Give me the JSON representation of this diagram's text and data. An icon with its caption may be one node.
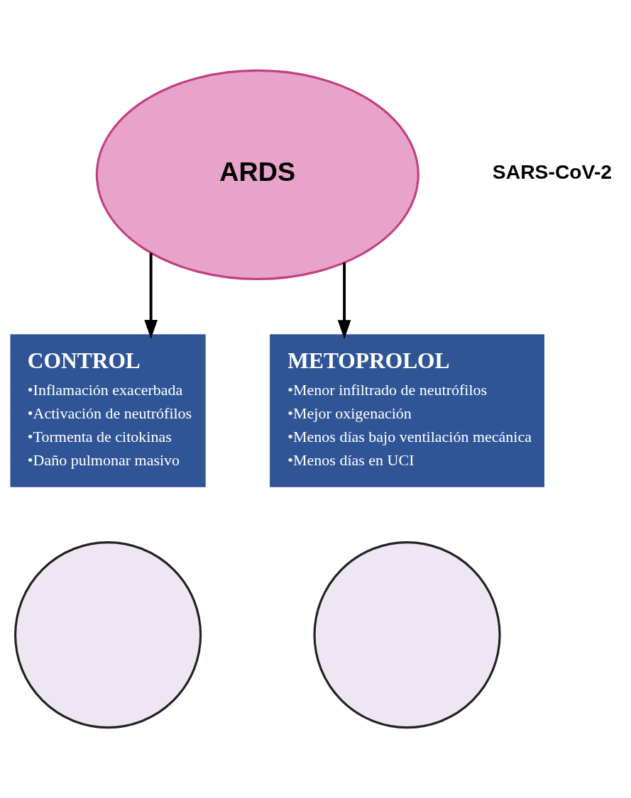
{
  "diagram": {
    "nodes": [
      {
        "text": [
          "ARDS"
        ]
      },
      {
        "text": [
          "CONTROL",
          "•Inflamación exacerbada",
          "•Activación de neutrófilos",
          "•Tormenta de citokinas",
          "•Daño pulmonar masivo"
        ]
      },
      {
        "text": [
          "METOPROLOL",
          "•Menor infiltrado de neutrófilos",
          "•Mejor oxigenación",
          "•Menos días bajo ventilación mecánica",
          "•Menos días en UCI"
        ]
      },
      {
        "text": [],
        "shape": "circle"
      },
      {
        "text": [],
        "shape": "circle"
      }
    ],
    "edges": [
      {
        "from": 0,
        "to": 1,
        "arrow": "to"
      },
      {
        "from": 0,
        "to": 2,
        "arrow": "to"
      }
    ],
    "labels": [
      "SARS-CoV-2"
    ]
  }
}
